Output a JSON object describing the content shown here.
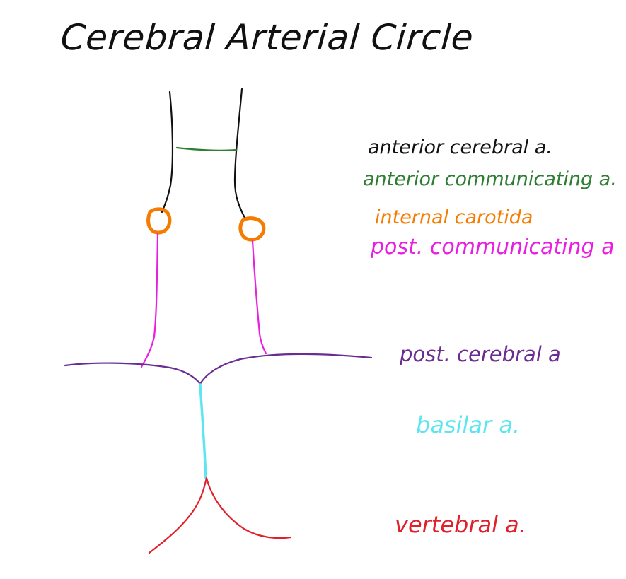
{
  "title": "Cerebral Arterial Circle",
  "labels": {
    "anterior_cerebral": "anterior cerebral a.",
    "anterior_communicating": "anterior communicating a.",
    "internal_carotid": "internal carotida",
    "posterior_communicating": "post. communicating a",
    "posterior_cerebral": "post. cerebral a",
    "basilar": "basilar a.",
    "vertebral": "vertebral a."
  },
  "colors": {
    "anterior_cerebral": "#111111",
    "anterior_communicating": "#2e7d32",
    "internal_carotid": "#f57c00",
    "posterior_communicating": "#e91ee0",
    "posterior_cerebral": "#6a2c91",
    "basilar": "#5ee6f0",
    "vertebral": "#e0202a"
  }
}
